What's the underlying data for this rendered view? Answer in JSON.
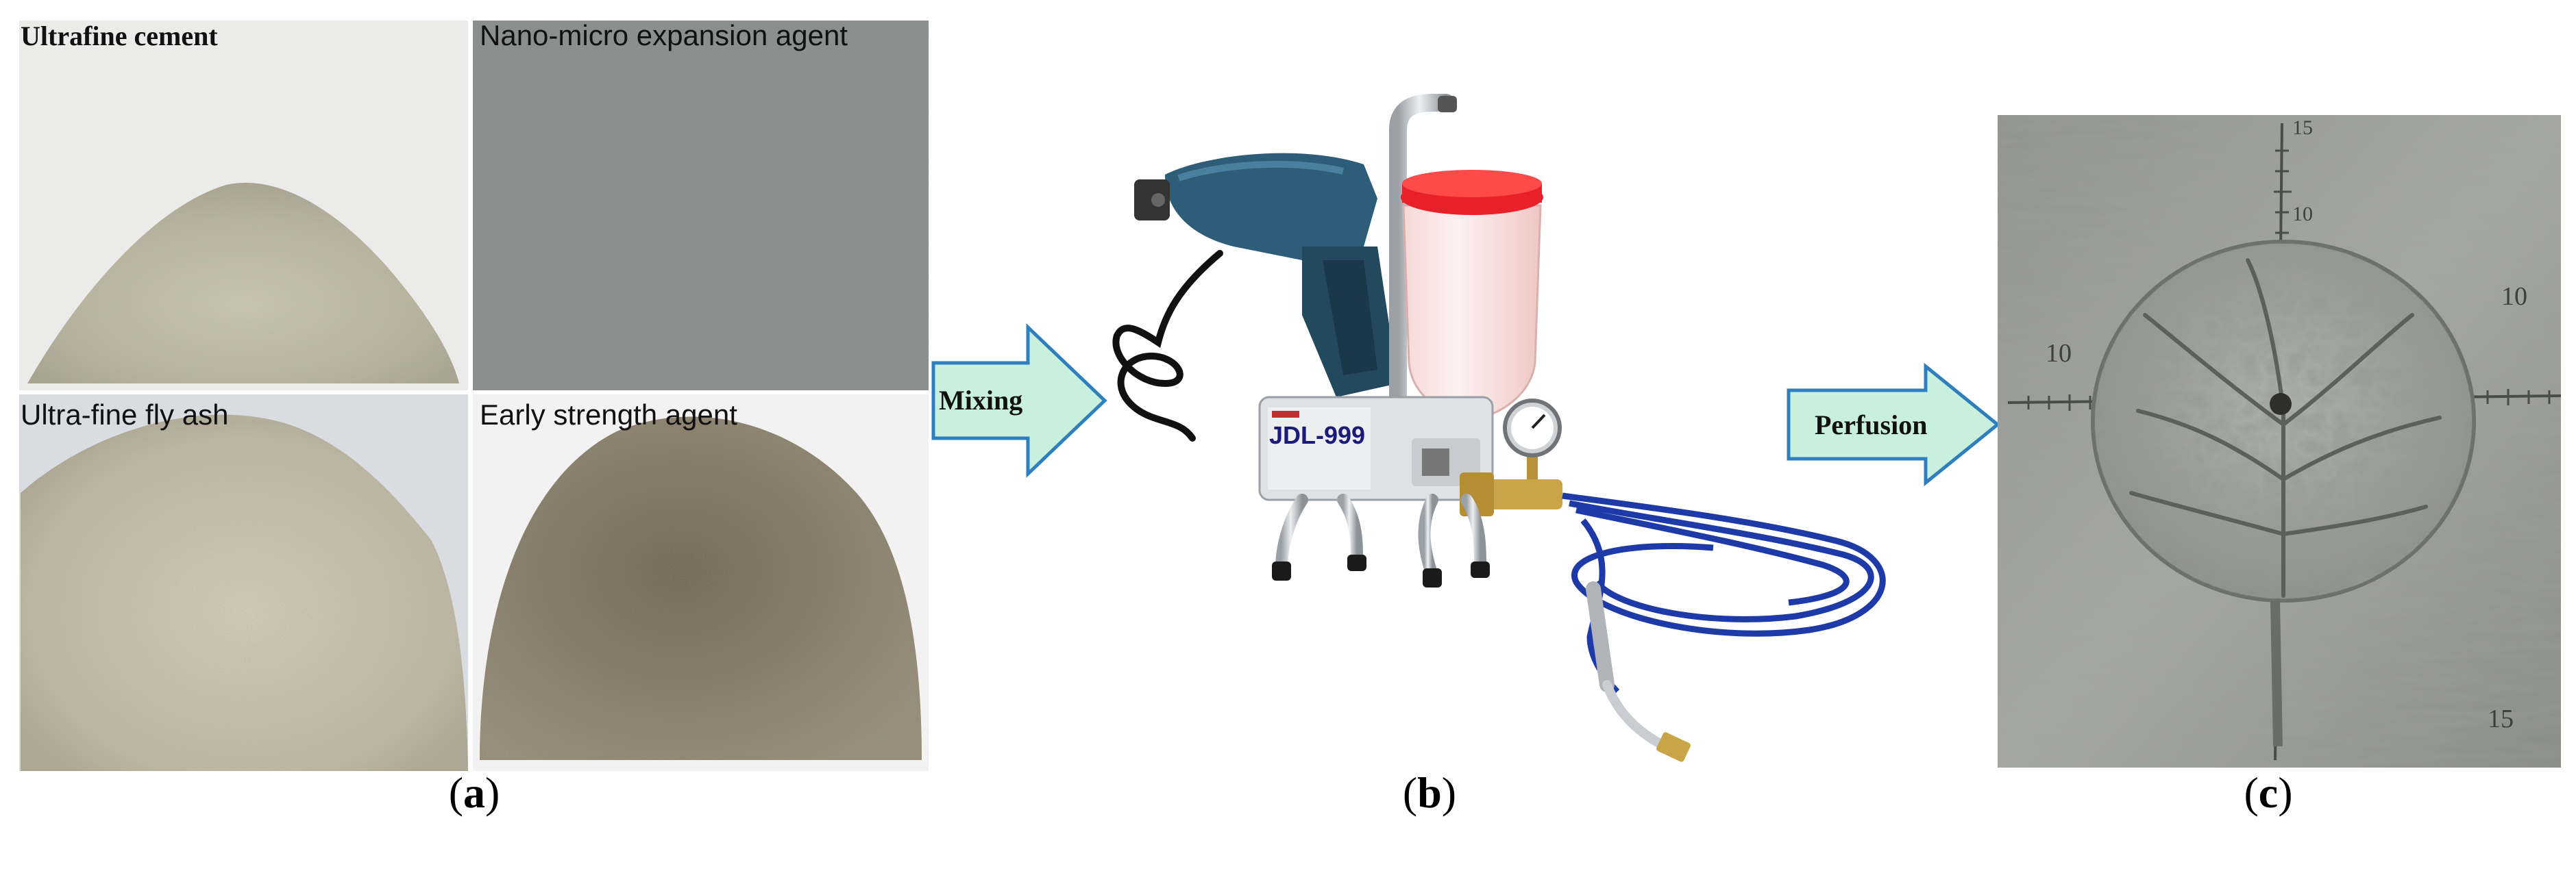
{
  "panels": {
    "a": {
      "caption_letter": "a",
      "powders": [
        {
          "label": "Ultrafine cement"
        },
        {
          "label": "Nano-micro expansion agent"
        },
        {
          "label": "Ultra-fine fly ash"
        },
        {
          "label": "Early strength agent"
        }
      ]
    },
    "b": {
      "caption_letter": "b",
      "machine_model": "JDL-999"
    },
    "c": {
      "caption_letter": "c",
      "ruler_labels": [
        "15",
        "10",
        "10",
        "10",
        "15"
      ]
    }
  },
  "arrows": {
    "mixing": "Mixing",
    "perfusion": "Perfusion"
  },
  "colors": {
    "arrow_fill": "#c9f0dc",
    "arrow_stroke": "#2f7fbf",
    "hose_blue": "#1e3aa8",
    "cup_cap_red": "#e8202a",
    "drill_blue": "#2e5d7a"
  }
}
